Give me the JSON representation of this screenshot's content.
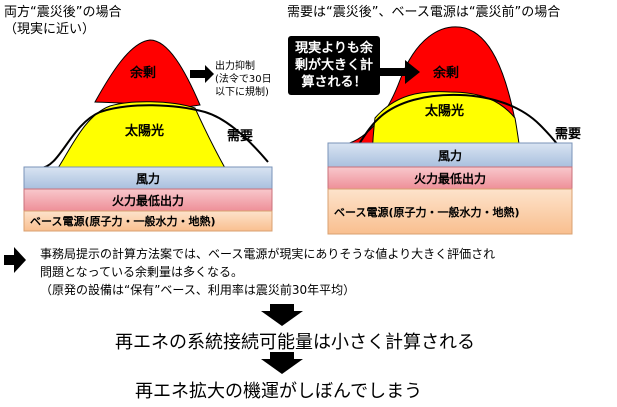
{
  "left_panel": {
    "title_line1": "両方“震災後”の場合",
    "title_line2": "（現実に近い）",
    "surplus_label": "余剰",
    "solar_label": "太陽光",
    "demand_label": "需要",
    "curtail_note": [
      "出力抑制",
      "(法令で30日",
      "以下に規制)"
    ],
    "bands": [
      "風力",
      "火力最低出力",
      "ベース電源(原子力・一般水力・地熱)"
    ]
  },
  "right_panel": {
    "title": "需要は“震災後”、ベース電源は“震災前”の場合",
    "callout": [
      "現実よりも余",
      "剰が大きく計",
      "算される！"
    ],
    "surplus_label": "余剰",
    "solar_label": "太陽光",
    "demand_label": "需要",
    "bands": [
      "風力",
      "火力最低出力",
      "ベース電源(原子力・一般水力・地熱)"
    ]
  },
  "explanation": {
    "line1": "事務局提示の計算方法案では、ベース電源が現実にありそうな値より大きく評価され",
    "line2": "問題となっている余剰量は多くなる。",
    "line3": "（原発の設備は“保有”ベース、利用率は震災前30年平均）"
  },
  "conclusions": {
    "line1": "再エネの系統接続可能量は小さく計算される",
    "line2": "再エネ拡大の機運がしぼんでしまう"
  },
  "colors": {
    "surplus": "#ff0000",
    "solar": "#ffff00",
    "wind": "#b8cce4",
    "thermal": "#f2a0a8",
    "base": "#fcd5b4"
  }
}
